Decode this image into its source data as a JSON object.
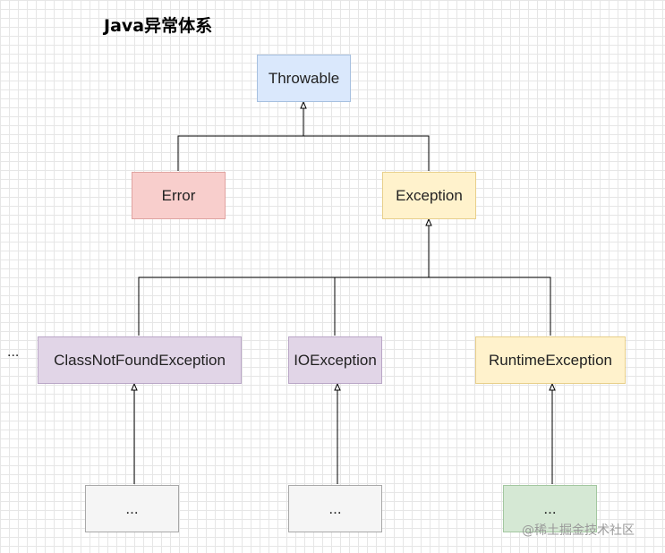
{
  "title": "Java异常体系",
  "nodes": {
    "throwable": "Throwable",
    "error": "Error",
    "exception": "Exception",
    "classnotfound": "ClassNotFoundException",
    "ioexception": "IOException",
    "runtime": "RuntimeException",
    "sub1": "...",
    "sub2": "...",
    "sub3": "..."
  },
  "side_ellipsis": "...",
  "watermark": "@稀土掘金技术社区",
  "colors": {
    "throwable": "#dae8fc",
    "error": "#f8cecc",
    "exception": "#fff2cc",
    "checked_exceptions": "#e1d5e7",
    "runtime": "#fff2cc",
    "subclass_gray": "#f5f5f5",
    "subclass_green": "#d5e8d4"
  }
}
